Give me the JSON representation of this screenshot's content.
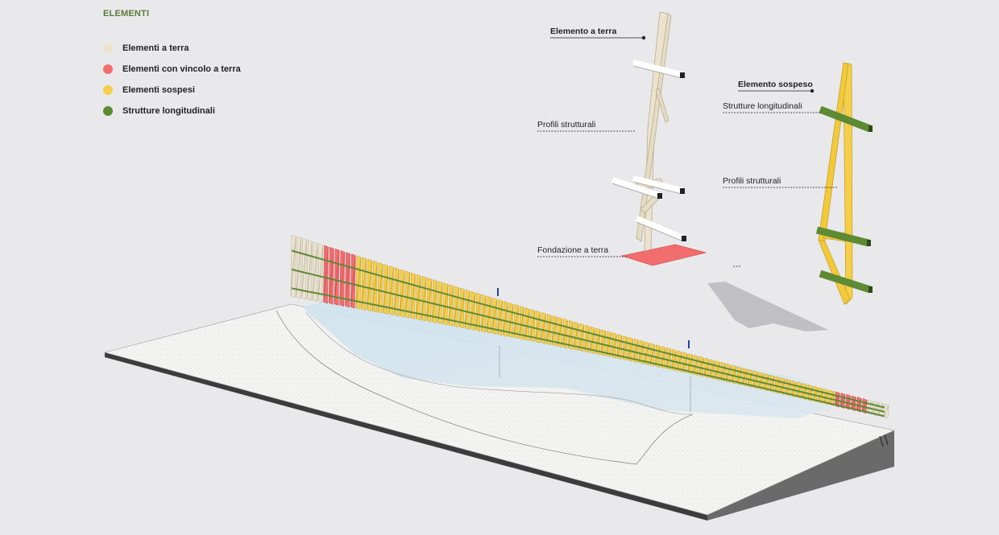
{
  "legend": {
    "title": "ELEMENTI",
    "items": [
      {
        "label": "Elementi a terra",
        "color": "#ece3cf"
      },
      {
        "label": "Elementi con vincolo a terra",
        "color": "#f26d6d"
      },
      {
        "label": "Elementi sospesi",
        "color": "#f5cf4b"
      },
      {
        "label": "Strutture longitudinali",
        "color": "#5e8a34"
      }
    ]
  },
  "labels": {
    "ground_element": "Elemento a terra",
    "ground_profiles": "Profili strutturali",
    "ground_foundation": "Fondazione a terra",
    "suspended_element": "Elemento sospeso",
    "suspended_longitudinal": "Strutture longitudinali",
    "suspended_profiles": "Profili strutturali"
  }
}
